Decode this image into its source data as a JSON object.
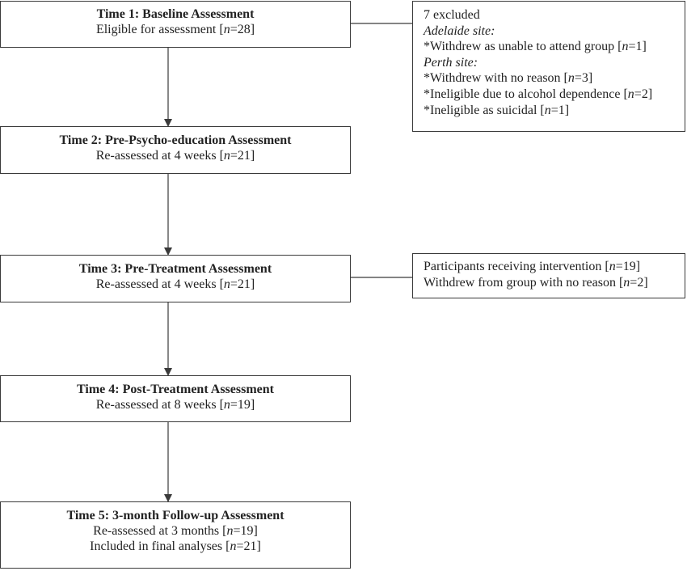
{
  "stages": [
    {
      "title": "Time 1: Baseline Assessment",
      "lines": [
        {
          "pre": "Eligible for assessment [",
          "var": "n",
          "post": "=28]"
        }
      ]
    },
    {
      "title": "Time 2: Pre-Psycho-education Assessment",
      "lines": [
        {
          "pre": "Re-assessed at 4 weeks [",
          "var": "n",
          "post": "=21]"
        }
      ]
    },
    {
      "title": "Time 3: Pre-Treatment Assessment",
      "lines": [
        {
          "pre": "Re-assessed at 4 weeks [",
          "var": "n",
          "post": "=21]"
        }
      ]
    },
    {
      "title": "Time 4: Post-Treatment Assessment",
      "lines": [
        {
          "pre": "Re-assessed at 8 weeks [",
          "var": "n",
          "post": "=19]"
        }
      ]
    },
    {
      "title": "Time 5: 3-month Follow-up Assessment",
      "lines": [
        {
          "pre": "Re-assessed at 3 months [",
          "var": "n",
          "post": "=19]"
        },
        {
          "pre": "Included in final analyses [",
          "var": "n",
          "post": "=21]"
        }
      ]
    }
  ],
  "excluded": {
    "header": "7 excluded",
    "adelaide_label": "Adelaide site:",
    "adelaide_items": [
      {
        "pre": "*Withdrew as unable to attend group [",
        "var": "n",
        "post": "=1]"
      }
    ],
    "perth_label": "Perth site:",
    "perth_items": [
      {
        "pre": "*Withdrew with no reason [",
        "var": "n",
        "post": "=3]"
      },
      {
        "pre": "*Ineligible due to alcohol dependence [",
        "var": "n",
        "post": "=2]"
      },
      {
        "pre": "*Ineligible as suicidal [",
        "var": "n",
        "post": "=1]"
      }
    ]
  },
  "intervention": {
    "items": [
      {
        "pre": "Participants receiving intervention [",
        "var": "n",
        "post": "=19]"
      },
      {
        "pre": "Withdrew from group with no reason [",
        "var": "n",
        "post": "=2]"
      }
    ]
  }
}
